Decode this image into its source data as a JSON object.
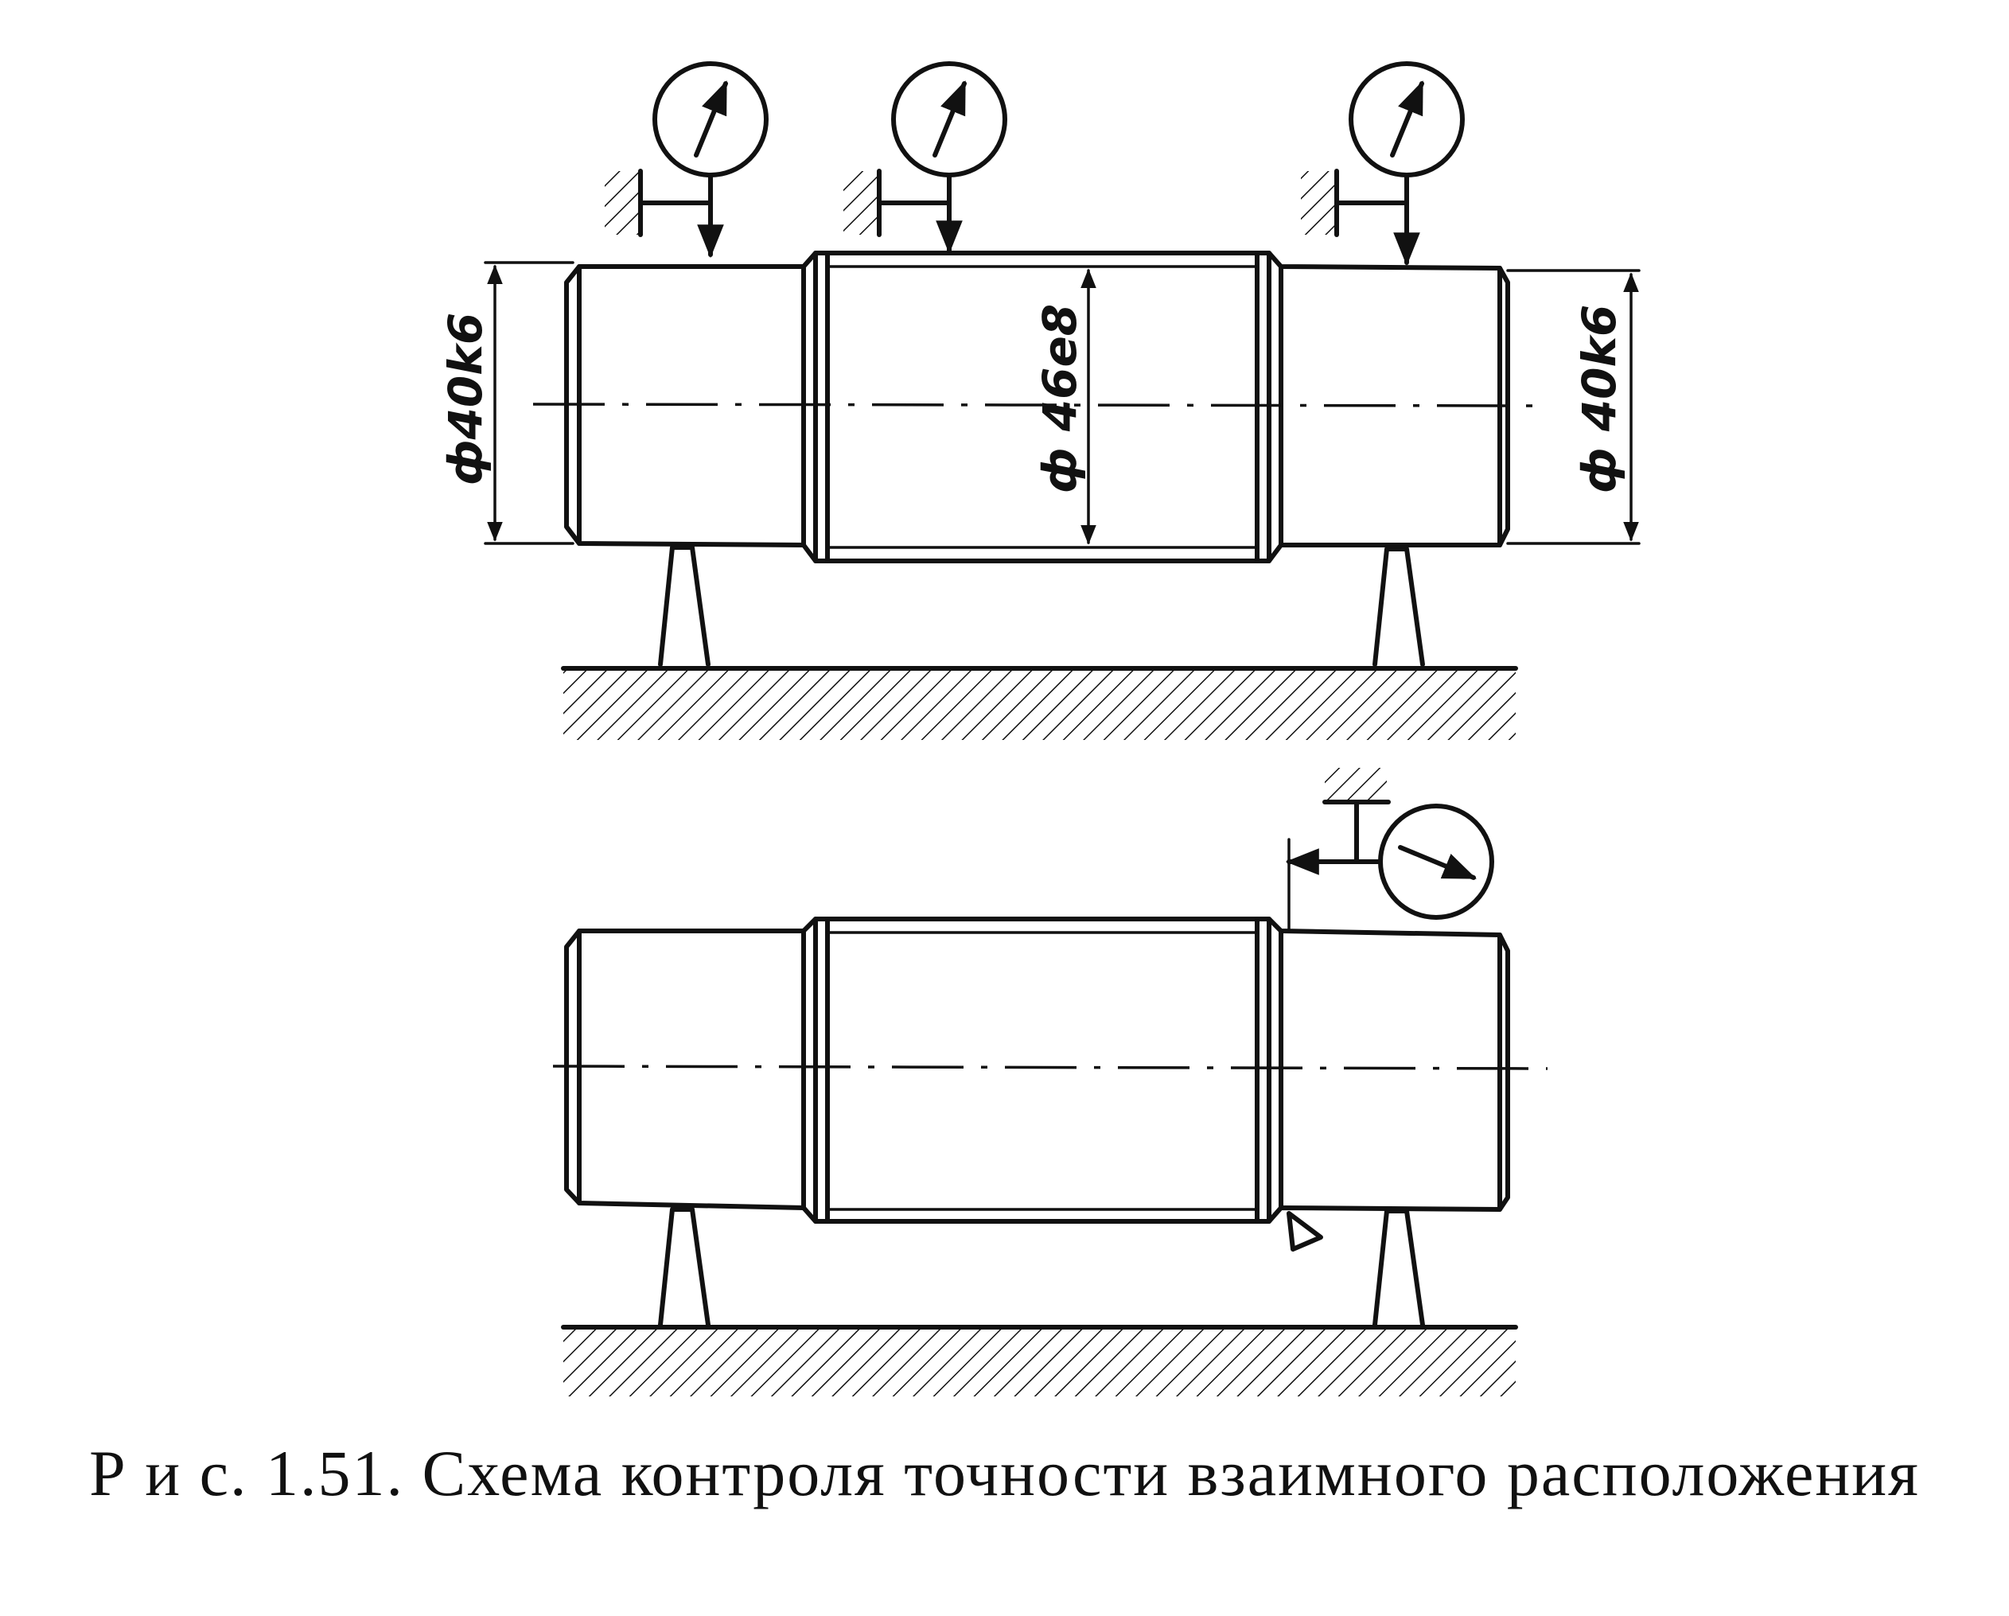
{
  "dimensions": {
    "left_journal": "ф40k6",
    "middle_journal": "ф 46e8",
    "right_journal": "ф 40k6"
  },
  "caption": "Р и с. 1.51. Схема контроля точности взаимного расположения"
}
